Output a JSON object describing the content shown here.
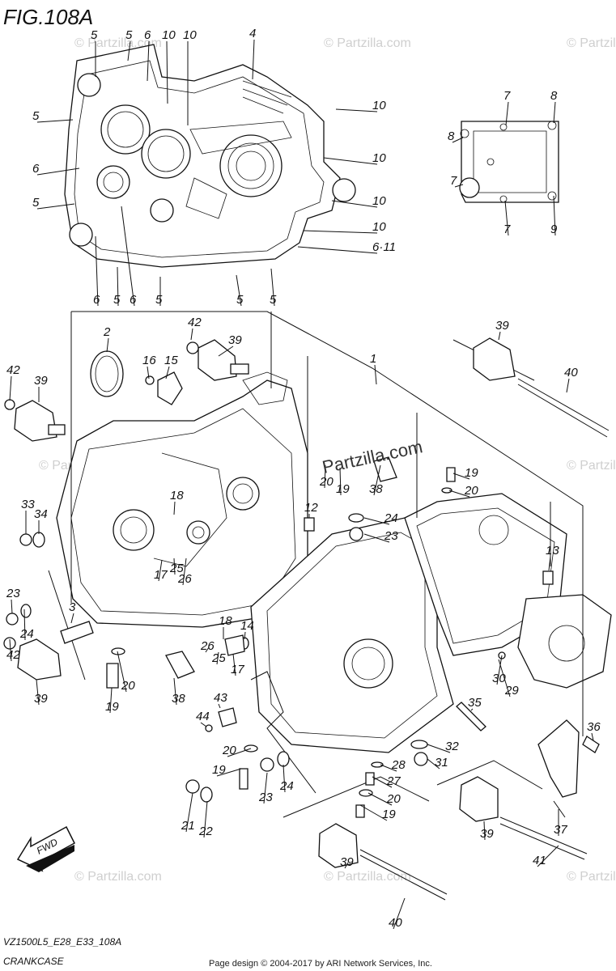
{
  "figure": {
    "title": "FIG.108A",
    "code": "VZ1500L5_E28_E33_108A",
    "name": "CRANKCASE",
    "copyright": "Page design © 2004-2017 by ARI Network Services, Inc.",
    "fwd_label": "FWD"
  },
  "watermarks": {
    "main": "Partzilla.com",
    "small": "© Partzilla.com"
  },
  "labels": [
    "5",
    "5",
    "6",
    "10",
    "10",
    "4",
    "5",
    "10",
    "6",
    "10",
    "5",
    "10",
    "10",
    "6·11",
    "6",
    "5",
    "6",
    "5",
    "5",
    "5",
    "7",
    "8",
    "8",
    "7",
    "7",
    "9",
    "2",
    "42",
    "39",
    "16",
    "15",
    "1",
    "42",
    "39",
    "40",
    "39",
    "12",
    "20",
    "19",
    "38",
    "19",
    "20",
    "24",
    "23",
    "13",
    "33",
    "34",
    "18",
    "17",
    "25",
    "26",
    "3",
    "23",
    "24",
    "42",
    "39",
    "20",
    "19",
    "38",
    "18",
    "26",
    "25",
    "17",
    "14",
    "43",
    "44",
    "30",
    "29",
    "35",
    "20",
    "19",
    "32",
    "31",
    "28",
    "27",
    "20",
    "19",
    "23",
    "24",
    "21",
    "22",
    "36",
    "37",
    "39",
    "41",
    "39",
    "40"
  ]
}
